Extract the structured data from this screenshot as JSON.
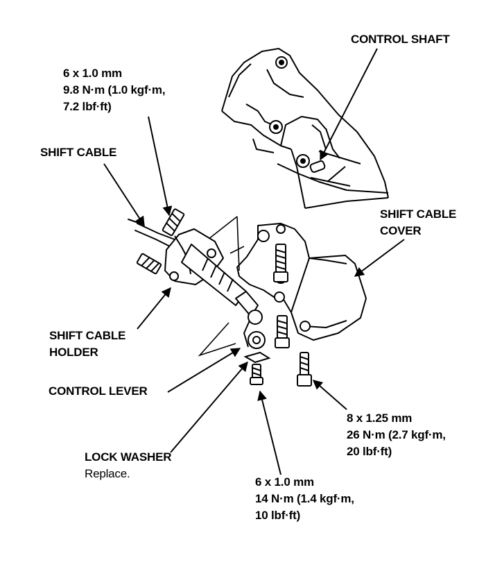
{
  "labels": {
    "control_shaft": "CONTROL SHAFT",
    "top_bolt": {
      "size": "6 x 1.0 mm",
      "torque1": "9.8 N·m (1.0 kgf·m,",
      "torque2": "7.2 lbf·ft)"
    },
    "shift_cable": "SHIFT CABLE",
    "shift_cable_cover": {
      "line1": "SHIFT CABLE",
      "line2": "COVER"
    },
    "shift_cable_holder": {
      "line1": "SHIFT CABLE",
      "line2": "HOLDER"
    },
    "control_lever": "CONTROL LEVER",
    "lock_washer": {
      "name": "LOCK WASHER",
      "note": "Replace."
    },
    "right_bolt": {
      "size": "8 x 1.25 mm",
      "torque1": "26 N·m (2.7 kgf·m,",
      "torque2": "20 lbf·ft)"
    },
    "bottom_bolt": {
      "size": "6 x 1.0 mm",
      "torque1": "14 N·m (1.4 kgf·m,",
      "torque2": "10 lbf·ft)"
    }
  }
}
